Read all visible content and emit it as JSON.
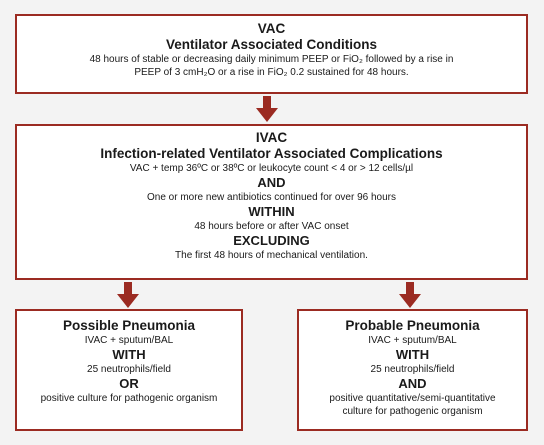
{
  "vac": {
    "abbr": "VAC",
    "title": "Ventilator Associated Conditions",
    "line1": "48 hours of stable or decreasing daily minimum PEEP or FiO₂ followed by a rise in",
    "line2": "PEEP of  3 cmH₂O or a rise in FiO₂  0.2 sustained for  48 hours."
  },
  "ivac": {
    "abbr": "IVAC",
    "title": "Infection-related Ventilator Associated Complications",
    "criteria": "VAC + temp  36ºC or  38ºC or leukocyte count < 4 or > 12 cells/µl",
    "and_label": "AND",
    "antibiotics": "One or more new antibiotics continued for over 96 hours",
    "within_label": "WITHIN",
    "within_text": "48 hours before or after VAC onset",
    "excluding_label": "EXCLUDING",
    "excluding_text": "The first 48 hours of mechanical ventilation."
  },
  "possible": {
    "title": "Possible Pneumonia",
    "line1": "IVAC + sputum/BAL",
    "with_label": "WITH",
    "line2": "25 neutrophils/field",
    "or_label": "OR",
    "line3": "positive culture for pathogenic organism"
  },
  "probable": {
    "title": "Probable Pneumonia",
    "line1": "IVAC + sputum/BAL",
    "with_label": "WITH",
    "line2": "25 neutrophils/field",
    "and_label": "AND",
    "line3": "positive quantitative/semi-quantitative",
    "line4": "culture for pathogenic organism"
  },
  "colors": {
    "border": "#9b2b22",
    "arrow": "#9b2b22",
    "background": "#f3f3f3"
  }
}
